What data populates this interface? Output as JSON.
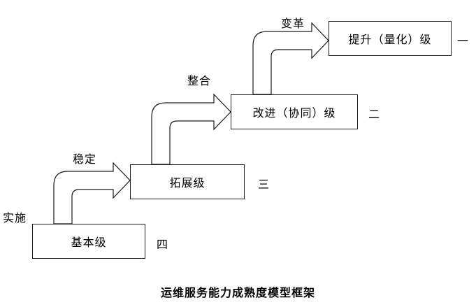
{
  "caption": "运维服务能力成熟度模型框架",
  "levels": [
    {
      "name": "提升（量化）级",
      "rank": "一"
    },
    {
      "name": "改进（协同）级",
      "rank": "二"
    },
    {
      "name": "拓展级",
      "rank": "三"
    },
    {
      "name": "基本级",
      "rank": "四"
    }
  ],
  "transitions": [
    {
      "label": "实施"
    },
    {
      "label": "稳定"
    },
    {
      "label": "整合"
    },
    {
      "label": "变革"
    }
  ],
  "colors": {
    "line": "#1a1a1a",
    "background": "#ffffff",
    "text": "#000000"
  }
}
